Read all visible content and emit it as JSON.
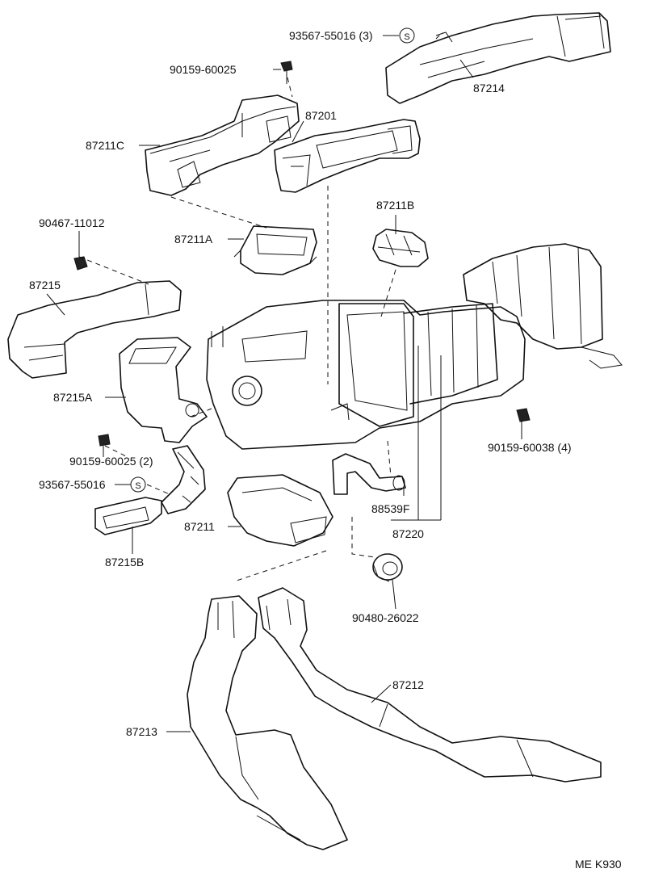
{
  "labels": {
    "p93567_55016_3": "93567-55016 (3)",
    "p87214": "87214",
    "p90159_60025": "90159-60025",
    "p87201": "87201",
    "p87211C": "87211C",
    "p87211B": "87211B",
    "p90467_11012": "90467-11012",
    "p87211A": "87211A",
    "p87215": "87215",
    "p87215A": "87215A",
    "p90159_60025_2": "90159-60025 (2)",
    "p93567_55016": "93567-55016",
    "p87211": "87211",
    "p87215B": "87215B",
    "p90159_60038_4": "90159-60038 (4)",
    "p88539F": "88539F",
    "p87220": "87220",
    "p90480_26022": "90480-26022",
    "p87212": "87212",
    "p87213": "87213",
    "code": "ME K930"
  },
  "symbols": {
    "s_mark": "S"
  },
  "icons": [
    "screw-icon",
    "clip-icon",
    "grommet-icon"
  ]
}
